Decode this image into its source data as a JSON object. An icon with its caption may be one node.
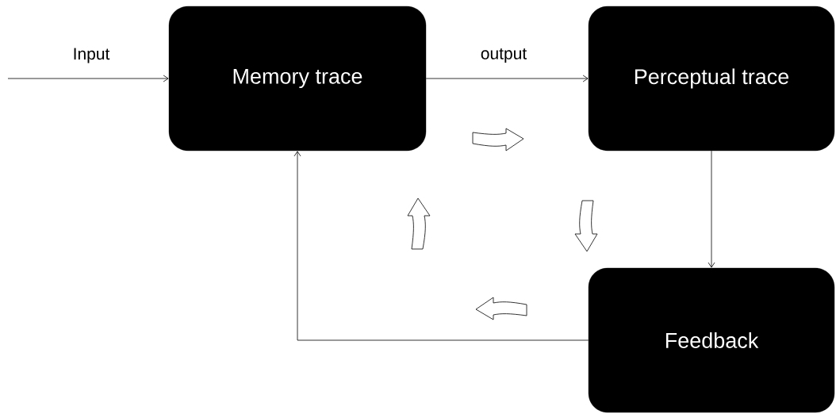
{
  "diagram": {
    "nodes": [
      {
        "text": [
          "Memory trace"
        ]
      },
      {
        "text": [
          "Perceptual trace"
        ]
      },
      {
        "text": [
          "Feedback"
        ]
      }
    ],
    "edges": [
      {
        "from": null,
        "to": 0,
        "arrow": "to",
        "label": "Input"
      },
      {
        "from": 0,
        "to": 1,
        "arrow": "to",
        "label": "output"
      },
      {
        "from": 1,
        "to": 2,
        "arrow": "to"
      },
      {
        "from": 2,
        "to": 0,
        "arrow": "to"
      }
    ]
  }
}
